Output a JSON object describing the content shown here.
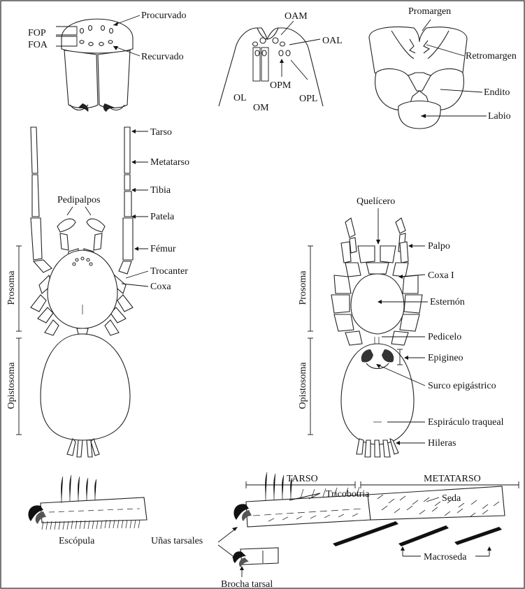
{
  "figure": {
    "labels": {
      "procurvado": "Procurvado",
      "fop": "FOP",
      "foa": "FOA",
      "recurvado": "Recurvado",
      "oam": "OAM",
      "oal": "OAL",
      "ol": "OL",
      "om": "OM",
      "opm": "OPM",
      "opl": "OPL",
      "promargen": "Promargen",
      "retromargen": "Retromargen",
      "endito": "Endito",
      "labio": "Labio",
      "tarso": "Tarso",
      "metatarso": "Metatarso",
      "tibia": "Tibia",
      "pedipalpos": "Pedipalpos",
      "patela": "Patela",
      "femur": "Fémur",
      "trocanter": "Trocanter",
      "coxa": "Coxa",
      "prosoma_dorsal": "Prosoma",
      "opistosoma_dorsal": "Opistosoma",
      "quelicero": "Quelícero",
      "palpo": "Palpo",
      "coxa_i": "Coxa I",
      "esternon": "Esternón",
      "pedicelo": "Pedicelo",
      "epigineo": "Epigineo",
      "surco_epigastrico": "Surco epigástrico",
      "espiraculo_traqueal": "Espiráculo traqueal",
      "hileras": "Hileras",
      "prosoma_ventral": "Prosoma",
      "opistosoma_ventral": "Opistosoma",
      "escopula": "Escópula",
      "unas_tarsales": "Uñas tarsales",
      "brocha_tarsal": "Brocha tarsal",
      "tarso_caps": "TARSO",
      "metatarso_caps": "METATARSO",
      "tricobotria": "Tricobotria",
      "seda": "Seda",
      "macroseda": "Macroseda"
    }
  }
}
